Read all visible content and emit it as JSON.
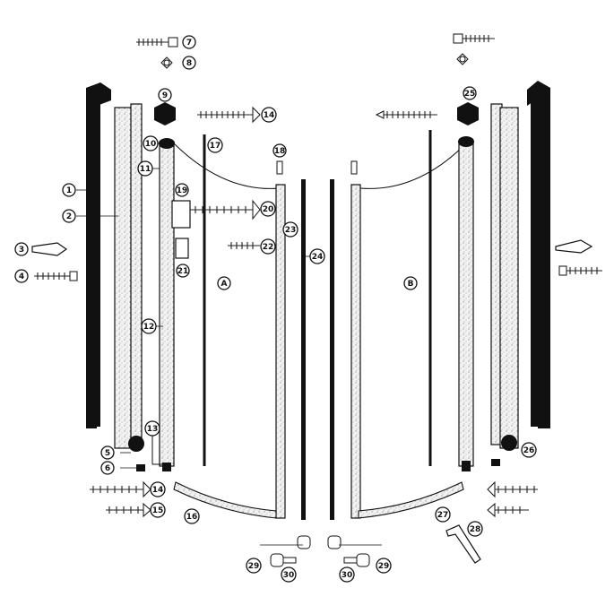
{
  "callouts": [
    "1",
    "2",
    "3",
    "4",
    "5",
    "6",
    "7",
    "8",
    "9",
    "10",
    "11",
    "12",
    "13",
    "14",
    "15",
    "16",
    "17",
    "18",
    "19",
    "20",
    "21",
    "22",
    "23",
    "24",
    "25",
    "26",
    "27",
    "28",
    "29",
    "30"
  ],
  "panel_labels": {
    "left": "A",
    "right": "B"
  },
  "colors": {
    "ink": "#111111",
    "glass": "#f4f4f4",
    "background": "#ffffff"
  }
}
